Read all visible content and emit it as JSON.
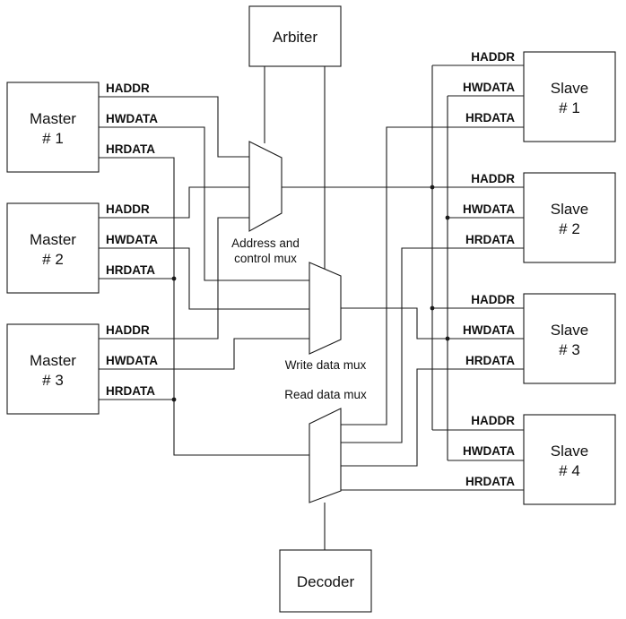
{
  "blocks": {
    "arbiter": "Arbiter",
    "decoder": "Decoder",
    "masters": [
      {
        "line1": "Master",
        "line2": "# 1"
      },
      {
        "line1": "Master",
        "line2": "# 2"
      },
      {
        "line1": "Master",
        "line2": "# 3"
      }
    ],
    "slaves": [
      {
        "line1": "Slave",
        "line2": "# 1"
      },
      {
        "line1": "Slave",
        "line2": "# 2"
      },
      {
        "line1": "Slave",
        "line2": "# 3"
      },
      {
        "line1": "Slave",
        "line2": "# 4"
      }
    ]
  },
  "signals": {
    "haddr": "HADDR",
    "hwdata": "HWDATA",
    "hrdata": "HRDATA"
  },
  "muxes": {
    "address_line1": "Address and",
    "address_line2": "control mux",
    "write": "Write data mux",
    "read": "Read data mux"
  }
}
